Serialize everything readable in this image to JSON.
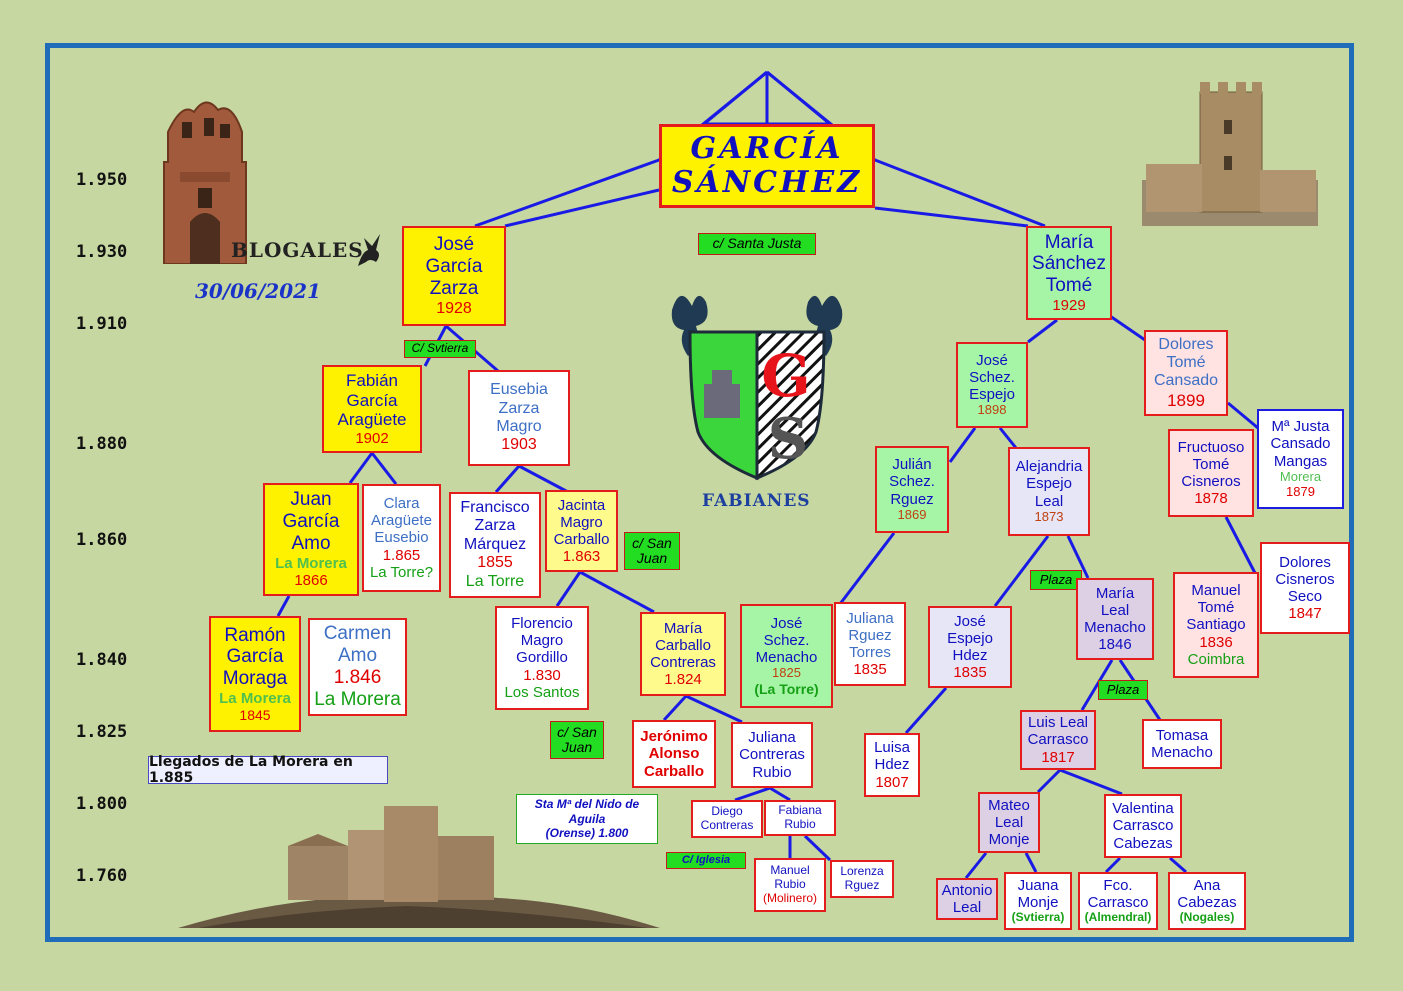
{
  "title": {
    "line1": "GARCÍA",
    "line2": "SÁNCHEZ"
  },
  "brand": {
    "blog": "BLOGALES",
    "date": "30/06/2021",
    "shield_label": "FABIANES",
    "shield_letters": [
      "G",
      "S"
    ]
  },
  "note": "Llegados de La Morera en 1.885",
  "years": [
    "1.950",
    "1.930",
    "1.910",
    "1.880",
    "1.860",
    "1.840",
    "1.825",
    "1.800",
    "1.760"
  ],
  "tags": {
    "santa_justa": "c/ Santa Justa",
    "svtierra": "C/ Svtierra",
    "san_juan_1": [
      "c/ San",
      "Juan"
    ],
    "san_juan_2": [
      "c/ San",
      "Juan"
    ],
    "plaza_1": "Plaza",
    "plaza_2": "Plaza",
    "iglesia": "C/ Iglesia",
    "aguila": [
      "Sta Mª del Nido de",
      "Aguila",
      "(Orense) 1.800"
    ]
  },
  "people": {
    "jose_garcia": [
      "José",
      "García",
      "Zarza",
      "1928"
    ],
    "maria_sanchez": [
      "María",
      "Sánchez",
      "Tomé",
      "1929"
    ],
    "fabian": [
      "Fabián",
      "García",
      "Aragüete",
      "1902"
    ],
    "eusebia": [
      "Eusebia",
      "Zarza",
      "Magro",
      "1903"
    ],
    "juan": [
      "Juan",
      "García",
      "Amo",
      "La Morera",
      "1866"
    ],
    "clara": [
      "Clara",
      "Aragüete",
      "Eusebio",
      "1.865",
      "La Torre?"
    ],
    "ramon": [
      "Ramón",
      "García",
      "Moraga",
      "La Morera",
      "1845"
    ],
    "carmen": [
      "Carmen",
      "Amo",
      "1.846",
      "La Morera"
    ],
    "francisco": [
      "Francisco",
      "Zarza",
      "Márquez",
      "1855",
      "La Torre"
    ],
    "jacinta": [
      "Jacinta",
      "Magro",
      "Carballo",
      "1.863"
    ],
    "florencio": [
      "Florencio",
      "Magro",
      "Gordillo",
      "1.830",
      "Los Santos"
    ],
    "maria_carballo": [
      "María",
      "Carballo",
      "Contreras",
      "1.824"
    ],
    "jeronimo": [
      "Jerónimo",
      "Alonso",
      "Carballo"
    ],
    "juliana_contreras": [
      "Juliana",
      "Contreras",
      "Rubio"
    ],
    "diego": [
      "Diego",
      "Contreras"
    ],
    "fabiana": [
      "Fabiana",
      "Rubio"
    ],
    "manuel_rubio": [
      "Manuel",
      "Rubio",
      "(Molinero)"
    ],
    "lorenza": [
      "Lorenza",
      "Rguez"
    ],
    "jose_espejo": [
      "José",
      "Schez.",
      "Espejo",
      "1898"
    ],
    "dolores_tome": [
      "Dolores",
      "Tomé",
      "Cansado",
      "1899"
    ],
    "julian": [
      "Julián",
      "Schez.",
      "Rguez",
      "1869"
    ],
    "alejandria": [
      "Alejandria",
      "Espejo",
      "Leal",
      "1873"
    ],
    "fructuoso": [
      "Fructuoso",
      "Tomé",
      "Cisneros",
      "1878"
    ],
    "ma_justa": [
      "Mª Justa",
      "Cansado",
      "Mangas",
      "Morera",
      "1879"
    ],
    "jose_menacho": [
      "José",
      "Schez.",
      "Menacho",
      "1825",
      "(La Torre)"
    ],
    "juliana_rguez": [
      "Juliana",
      "Rguez",
      "Torres",
      "1835"
    ],
    "jose_hdez": [
      "José",
      "Espejo",
      "Hdez",
      "1835"
    ],
    "maria_leal": [
      "María",
      "Leal",
      "Menacho",
      "1846"
    ],
    "manuel_tome": [
      "Manuel",
      "Tomé",
      "Santiago",
      "1836",
      "Coimbra"
    ],
    "dolores_cisneros": [
      "Dolores",
      "Cisneros",
      "Seco",
      "1847"
    ],
    "luisa": [
      "Luisa",
      "Hdez",
      "1807"
    ],
    "luis_leal": [
      "Luis Leal",
      "Carrasco",
      "1817"
    ],
    "tomasa": [
      "Tomasa",
      "Menacho"
    ],
    "mateo": [
      "Mateo",
      "Leal",
      "Monje"
    ],
    "valentina": [
      "Valentina",
      "Carrasco",
      "Cabezas"
    ],
    "antonio": [
      "Antonio",
      "Leal"
    ],
    "juana": [
      "Juana",
      "Monje",
      "(Svtierra)"
    ],
    "fco": [
      "Fco.",
      "Carrasco",
      "(Almendral)"
    ],
    "ana": [
      "Ana",
      "Cabezas",
      "(Nogales)"
    ]
  },
  "colors": {
    "frame": "#1f6db8",
    "lines": "#1a1ae6",
    "box_border": "#e41c1c",
    "accent_yellow": "#fff200"
  },
  "icons": [
    "bell-tower-icon",
    "castle-icon",
    "hill-castle-icon",
    "dragon-icon",
    "shield-icon"
  ]
}
